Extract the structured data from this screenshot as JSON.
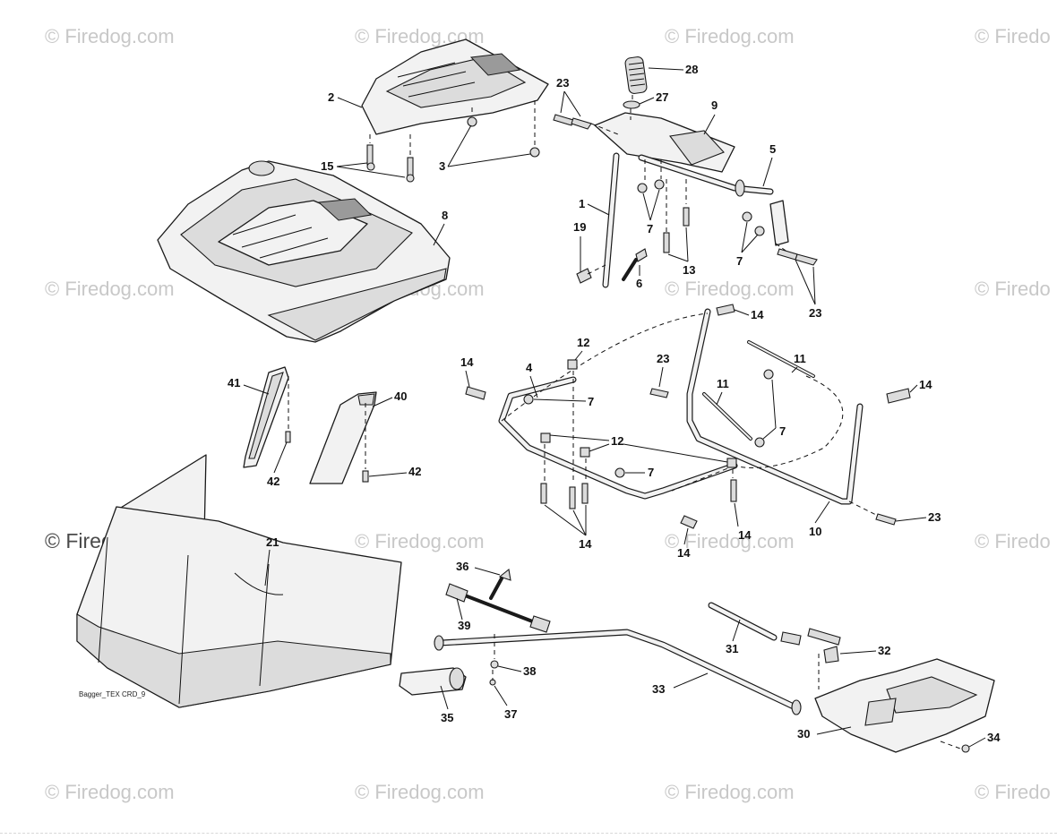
{
  "watermarks": [
    "© Firedog.com",
    "© Firedog.com",
    "© Firedog.com",
    "© Firedo",
    "© Firedog.com",
    "© Firedog.com",
    "© Firedog.com",
    "© Firedo",
    "© Firedog.com",
    "© Firedog.com",
    "© Firedog.com",
    "© Firedo",
    "© Firedog.com",
    "© Firedog.com",
    "© Firedog.com",
    "© Firedo"
  ],
  "callouts": [
    "2",
    "3",
    "15",
    "8",
    "23",
    "28",
    "27",
    "9",
    "5",
    "1",
    "19",
    "6",
    "7",
    "13",
    "7",
    "23",
    "14",
    "12",
    "4",
    "14",
    "23",
    "11",
    "11",
    "7",
    "14",
    "7",
    "12",
    "7",
    "14",
    "14",
    "14",
    "10",
    "23",
    "41",
    "42",
    "40",
    "42",
    "21",
    "36",
    "39",
    "38",
    "37",
    "35",
    "33",
    "31",
    "32",
    "30",
    "34"
  ],
  "drawing_tag": "Bagger_TEX CRD_9",
  "colors": {
    "line": "#1a1a1a",
    "fill": "#f2f2f2",
    "watermark": "#c8c8c8"
  }
}
